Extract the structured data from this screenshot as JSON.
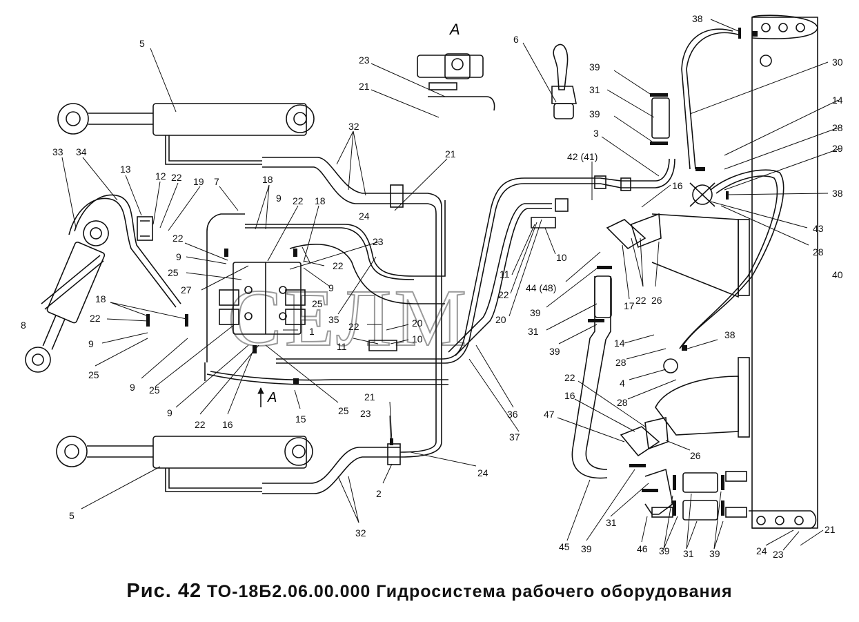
{
  "caption": {
    "figure": "Рис. 42",
    "text": "ТО-18Б2.06.00.000 Гидросистема рабочего оборудования"
  },
  "view_labels": {
    "top": "A",
    "arrow": "A"
  },
  "watermark": "СЕЛМ",
  "callouts": {
    "c5a": "5",
    "c5b": "5",
    "c6": "6",
    "c23a": "23",
    "c21a": "21",
    "c32a": "32",
    "c21b": "21",
    "c33": "33",
    "c34": "34",
    "c13": "13",
    "c12": "12",
    "c22a": "22",
    "c19": "19",
    "c7": "7",
    "c18a": "18",
    "c9a": "9",
    "c22b": "22",
    "c18b": "18",
    "c22c": "22",
    "c9b": "9",
    "c25a": "25",
    "c27": "27",
    "c22d": "22",
    "c9c": "9",
    "c25b": "25",
    "c23b": "23",
    "c24a": "24",
    "c35": "35",
    "c18c": "18",
    "c22e": "22",
    "c9d": "9",
    "c8": "8",
    "c25c": "25",
    "c9e": "9",
    "c25d": "25",
    "c1": "1",
    "c22f": "22",
    "c20a": "20",
    "c11a": "11",
    "c10a": "10",
    "c9f": "9",
    "c22g": "22",
    "c16a": "16",
    "c15": "15",
    "c25e": "25",
    "c21c": "21",
    "c23c": "23",
    "c2": "2",
    "c24b": "24",
    "c32b": "32",
    "c36": "36",
    "c37": "37",
    "c39a": "39",
    "c31a": "31",
    "c39b": "39",
    "c3": "3",
    "c42": "42 (41)",
    "c16b": "16",
    "c10b": "10",
    "c11b": "11",
    "c22h": "22",
    "c20b": "20",
    "c44": "44 (48)",
    "c39c": "39",
    "c31b": "31",
    "c39d": "39",
    "c17": "17",
    "c22i": "22",
    "c26a": "26",
    "c38a": "38",
    "c30": "30",
    "c14a": "14",
    "c28a": "28",
    "c29": "29",
    "c38b": "38",
    "c43": "43",
    "c28b": "28",
    "c40": "40",
    "c14b": "14",
    "c28c": "28",
    "c38c": "38",
    "c4": "4",
    "c28d": "28",
    "c22j": "22",
    "c16c": "16",
    "c47": "47",
    "c26b": "26",
    "c45": "45",
    "c39e": "39",
    "c31c": "31",
    "c46": "46",
    "c39f": "39",
    "c31d": "31",
    "c39g": "39",
    "c24c": "24",
    "c23d": "23",
    "c21d": "21"
  }
}
